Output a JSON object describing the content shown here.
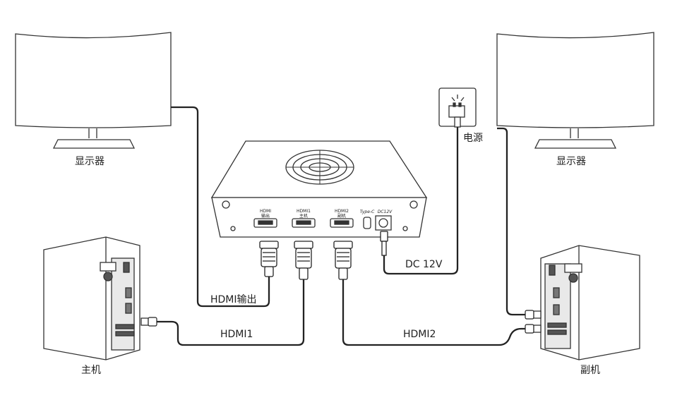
{
  "labels": {
    "monitor_left": "显示器",
    "monitor_right": "显示器",
    "main_pc": "主机",
    "sub_pc": "副机",
    "power": "电源",
    "dc": "DC 12V",
    "hdmi_out": "HDMI输出",
    "hdmi1": "HDMI1",
    "hdmi2": "HDMI2"
  },
  "ports": {
    "out_top": "HDMI",
    "out_bottom": "输出",
    "in1_top": "HDMI1",
    "in1_bottom": "主机",
    "in2_top": "HDMI2",
    "in2_bottom": "副机",
    "typec": "Type-C",
    "dc": "DC12V"
  }
}
